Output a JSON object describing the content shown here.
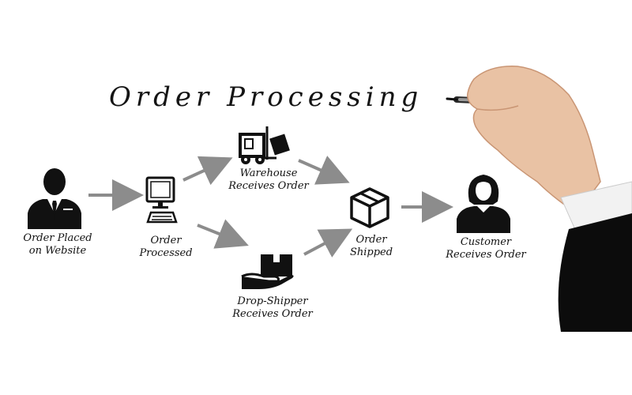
{
  "title": "Order Processing",
  "nodes": {
    "order_placed": {
      "line1": "Order Placed",
      "line2": "on Website",
      "icon": "customer-person-icon"
    },
    "order_processed": {
      "line1": "Order",
      "line2": "Processed",
      "icon": "computer-icon"
    },
    "warehouse": {
      "line1": "Warehouse",
      "line2": "Receives Order",
      "icon": "forklift-icon"
    },
    "drop_shipper": {
      "line1": "Drop-Shipper",
      "line2": "Receives Order",
      "icon": "hand-package-icon"
    },
    "order_shipped": {
      "line1": "Order",
      "line2": "Shipped",
      "icon": "box-icon"
    },
    "customer": {
      "line1": "Customer",
      "line2": "Receives Order",
      "icon": "customer-woman-icon"
    }
  },
  "colors": {
    "ink": "#111111",
    "arrow": "#8c8c8c",
    "background": "#ffffff"
  }
}
